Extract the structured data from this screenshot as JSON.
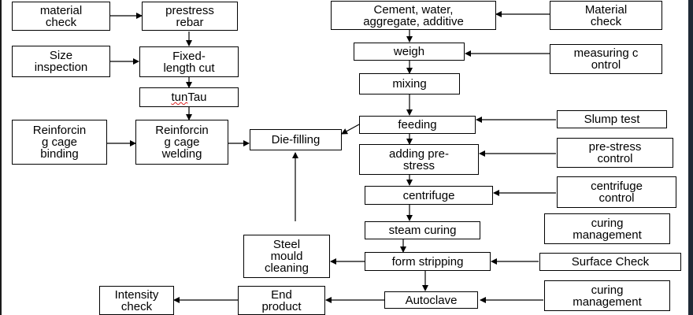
{
  "boxes": {
    "material_check_left": "material\ncheck",
    "prestress_rebar": "prestress\nrebar",
    "size_inspection": "Size\ninspection",
    "fixed_length_cut": "Fixed-\nlength cut",
    "tun_tau_a": "tun",
    "tun_tau_b": " Tau",
    "reinforcing_binding": "Reinforcin\ng cage\nbinding",
    "reinforcing_welding": "Reinforcin\ng cage\nwelding",
    "die_filling": "Die-filling",
    "cement_water": "Cement, water,\naggregate, additive",
    "material_check_right": "Material\ncheck",
    "weigh": "weigh",
    "measuring_control": "measuring c\nontrol",
    "mixing": "mixing",
    "feeding": "feeding",
    "slump_test": "Slump test",
    "adding_prestress": "adding pre-\nstress",
    "prestress_control": "pre-stress\ncontrol",
    "centrifuge": "centrifuge",
    "centrifuge_control": "centrifuge\ncontrol",
    "steam_curing": "steam curing",
    "curing_management_1": "curing\nmanagement",
    "steel_mould_cleaning": "Steel\nmould\ncleaning",
    "form_stripping": "form stripping",
    "surface_check": "Surface Check",
    "intensity_check": "Intensity\ncheck",
    "end_product": "End\nproduct",
    "autoclave": "Autoclave",
    "curing_management_2": "curing\nmanagement"
  }
}
